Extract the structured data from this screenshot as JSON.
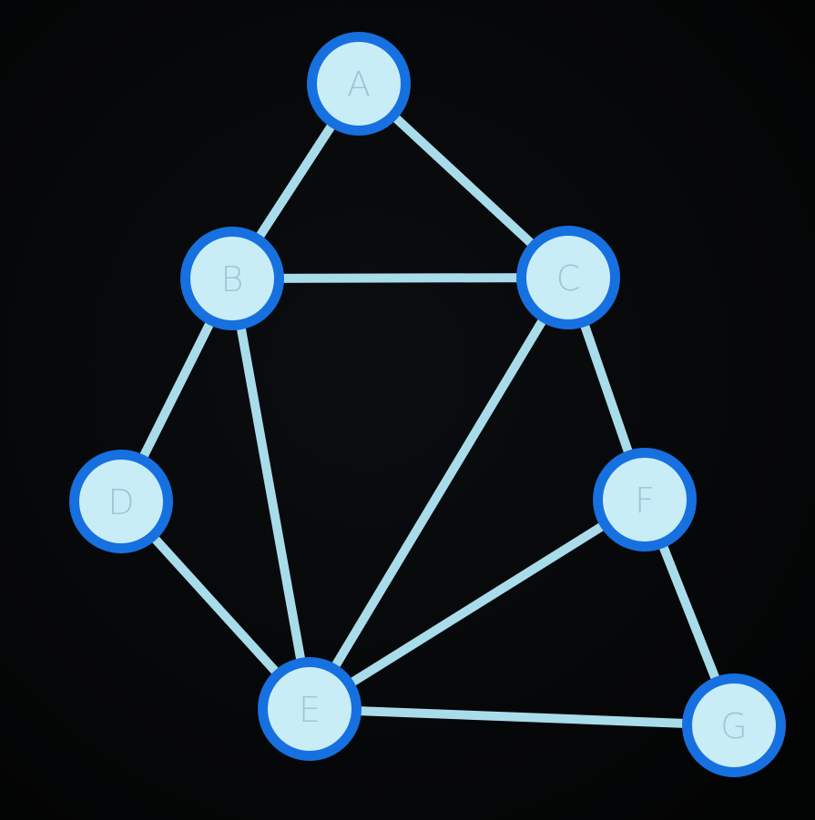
{
  "diagram": {
    "nodes": [
      {
        "id": "A",
        "label": "A"
      },
      {
        "id": "B",
        "label": "B"
      },
      {
        "id": "C",
        "label": "C"
      },
      {
        "id": "D",
        "label": "D"
      },
      {
        "id": "E",
        "label": "E"
      },
      {
        "id": "F",
        "label": "F"
      },
      {
        "id": "G",
        "label": "G"
      }
    ],
    "edges": [
      [
        "A",
        "B"
      ],
      [
        "A",
        "C"
      ],
      [
        "B",
        "C"
      ],
      [
        "B",
        "D"
      ],
      [
        "B",
        "E"
      ],
      [
        "C",
        "E"
      ],
      [
        "C",
        "F"
      ],
      [
        "D",
        "E"
      ],
      [
        "E",
        "F"
      ],
      [
        "E",
        "G"
      ],
      [
        "F",
        "G"
      ]
    ],
    "colors": {
      "background": "#050607",
      "edge": "#a9dcea",
      "node_ring": "#1670e0",
      "node_fill": "#c9edf6",
      "label": "#9cc7d4"
    }
  }
}
